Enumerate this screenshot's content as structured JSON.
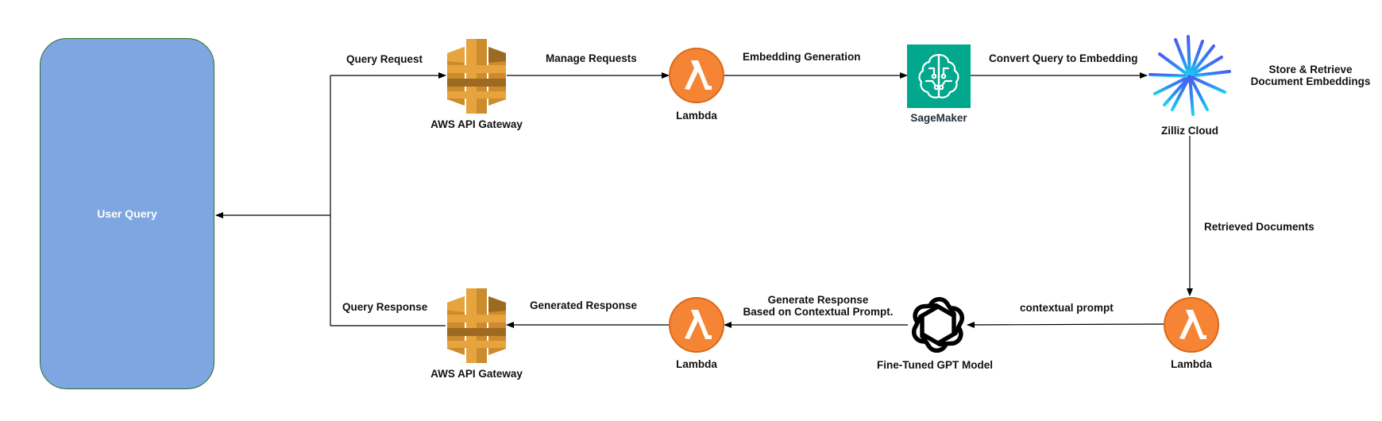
{
  "user_box": {
    "label": "User Query",
    "fill": "#7ea6e0",
    "stroke": "#2f6b2f"
  },
  "nodes": {
    "gateway_top": {
      "label": "AWS API Gateway",
      "icon": "api-gateway-icon",
      "color": "#e7a33e"
    },
    "lambda_top": {
      "label": "Lambda",
      "icon": "lambda-icon",
      "color": "#f58534"
    },
    "sagemaker": {
      "label": "SageMaker",
      "icon": "sagemaker-icon",
      "color": "#01a88d"
    },
    "zilliz": {
      "label": "Zilliz Cloud",
      "icon": "zilliz-star-icon",
      "color": "#3d7cf5"
    },
    "lambda_right": {
      "label": "Lambda",
      "icon": "lambda-icon",
      "color": "#f58534"
    },
    "gpt": {
      "label": "Fine-Tuned GPT Model",
      "icon": "openai-icon",
      "color": "#000000"
    },
    "lambda_bottom": {
      "label": "Lambda",
      "icon": "lambda-icon",
      "color": "#f58534"
    },
    "gateway_bottom": {
      "label": "AWS API Gateway",
      "icon": "api-gateway-icon",
      "color": "#e7a33e"
    }
  },
  "edges": {
    "query_request": "Query Request",
    "manage_requests": "Manage Requests",
    "embedding_generation": "Embedding Generation",
    "convert_query": "Convert Query to Embedding",
    "store_retrieve_1": "Store & Retrieve",
    "store_retrieve_2": "Document Embeddings",
    "retrieved_documents": "Retrieved Documents",
    "contextual_prompt": "contextual prompt",
    "generate_response_1": "Generate Response",
    "generate_response_2": "Based on Contextual Prompt.",
    "generated_response": "Generated Response",
    "query_response": "Query Response"
  }
}
